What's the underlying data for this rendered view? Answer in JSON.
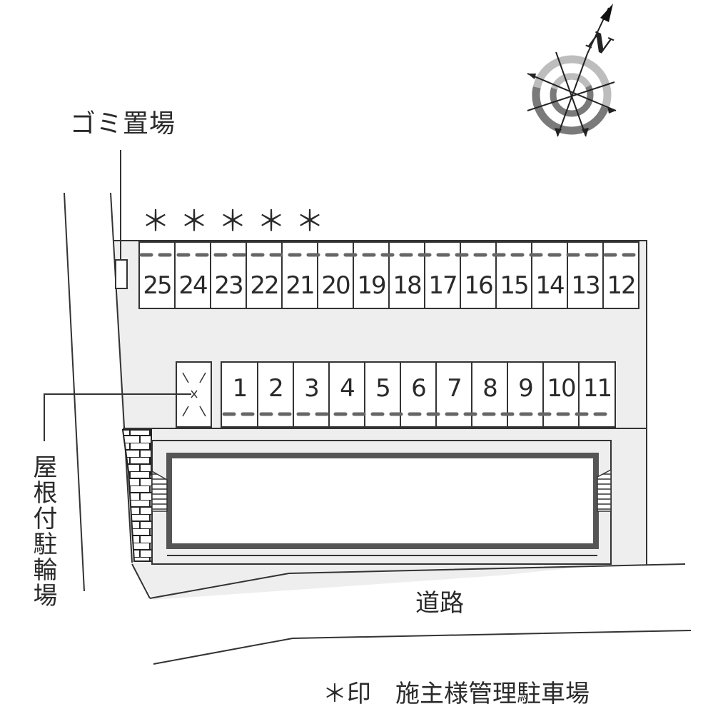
{
  "labels": {
    "garbage_area": "ゴミ置場",
    "owner_marks": "＊＊＊＊＊",
    "roofed_bike_parking": "屋根付駐輪場",
    "road": "道路",
    "legend_mark": "＊印",
    "legend_text": "施主様管理駐車場"
  },
  "compass": {
    "icon": "compass-north-icon",
    "direction_label": "N"
  },
  "parking": {
    "top_row": [
      "25",
      "24",
      "23",
      "22",
      "21",
      "20",
      "19",
      "18",
      "17",
      "16",
      "15",
      "14",
      "13",
      "12"
    ],
    "bottom_row": [
      "1",
      "2",
      "3",
      "4",
      "5",
      "6",
      "7",
      "8",
      "9",
      "10",
      "11"
    ],
    "owner_managed_spaces": [
      "25",
      "24",
      "23",
      "22",
      "21"
    ]
  },
  "colors": {
    "lot_fill": "#eeeeee",
    "line": "#333333",
    "building_frame": "#555555",
    "compass_light_ring": "#bdbdbd",
    "compass_dark_ring": "#7a7a7a"
  }
}
